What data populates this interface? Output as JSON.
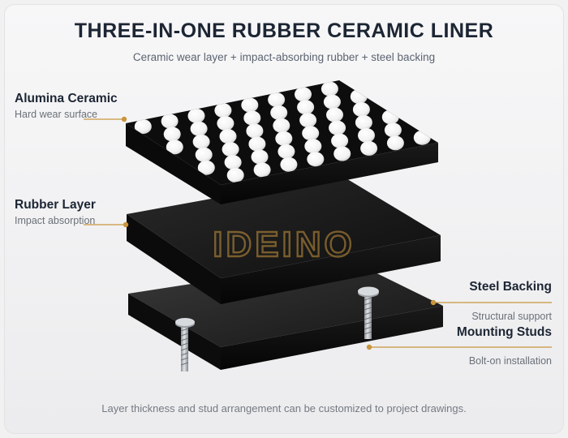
{
  "header": {
    "title": "THREE-IN-ONE RUBBER CERAMIC LINER",
    "subtitle": "Ceramic wear layer + impact-absorbing rubber + steel backing"
  },
  "layers": [
    {
      "name": "Alumina Ceramic",
      "description": "Hard wear surface"
    },
    {
      "name": "Rubber Layer",
      "description": "Impact absorption"
    },
    {
      "name": "Steel Backing",
      "description": "Structural support"
    },
    {
      "name": "Mounting Studs",
      "description": "Bolt-on installation"
    }
  ],
  "watermark": "IDEINO",
  "footer": "Layer thickness and stud arrangement can be customized to project drawings.",
  "colors": {
    "accent": "#c8963e",
    "layer_black": "#111111",
    "ceramic_white": "#ffffff",
    "stud_steel": "#b8bcc2"
  }
}
